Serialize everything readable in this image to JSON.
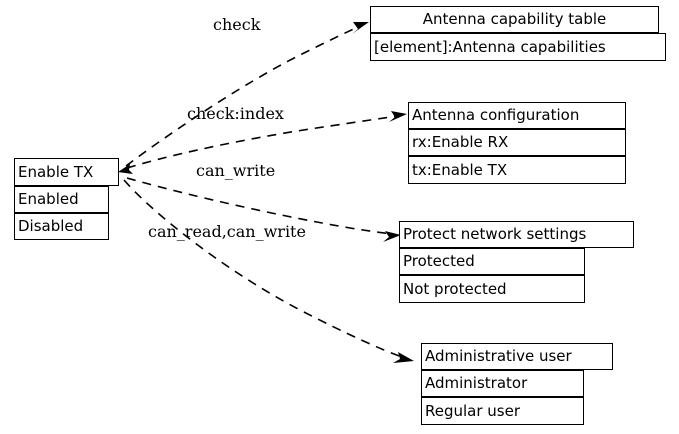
{
  "diagram": {
    "type": "graphviz-record-dependency-diagram",
    "background_color": "#ffffff",
    "line_color": "#000000",
    "nodes": [
      {
        "id": "enable-tx",
        "title": "Enable TX",
        "rows": [
          "Enabled",
          "Disabled"
        ]
      },
      {
        "id": "antenna-capability-table",
        "title": "Antenna capability table",
        "rows": [
          "[element]:Antenna capabilities"
        ]
      },
      {
        "id": "antenna-configuration",
        "title": "Antenna configuration",
        "rows": [
          "rx:Enable RX",
          "tx:Enable TX"
        ]
      },
      {
        "id": "protect-network-settings",
        "title": "Protect network settings",
        "rows": [
          "Protected",
          "Not protected"
        ]
      },
      {
        "id": "administrative-user",
        "title": "Administrative user",
        "rows": [
          "Administrator",
          "Regular user"
        ]
      }
    ],
    "edges": [
      {
        "from": "enable-tx",
        "to": "antenna-capability-table",
        "label": "check"
      },
      {
        "from": "enable-tx",
        "to": "antenna-configuration",
        "label": "check:index"
      },
      {
        "from": "enable-tx",
        "to": "protect-network-settings",
        "label": "can_write"
      },
      {
        "from": "enable-tx",
        "to": "administrative-user",
        "label": "can_read,can_write"
      }
    ]
  }
}
